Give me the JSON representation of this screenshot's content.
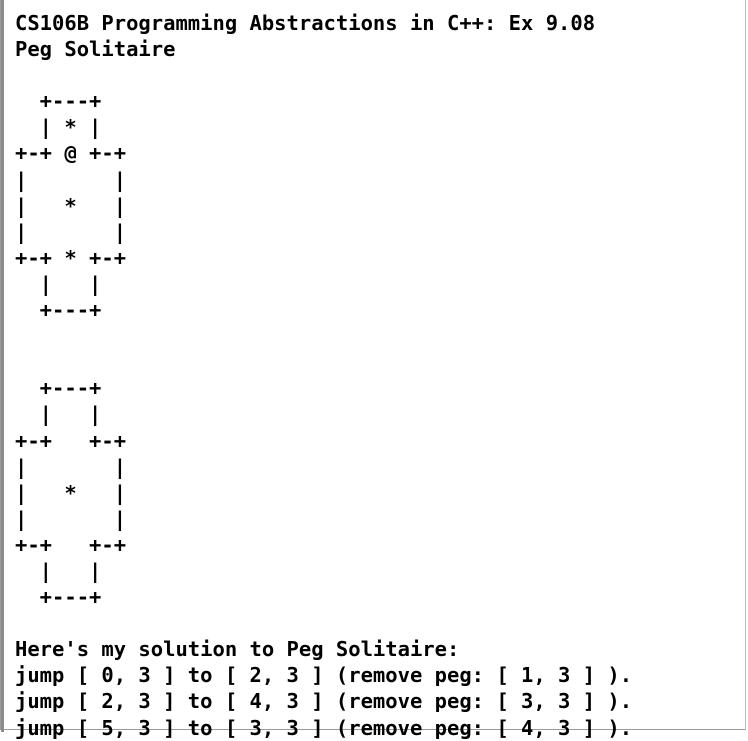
{
  "console": {
    "lines": [
      "CS106B Programming Abstractions in C++: Ex 9.08",
      "Peg Solitaire",
      "",
      "  +---+",
      "  | * |",
      "+-+ @ +-+",
      "|       |",
      "|   *   |",
      "|       |",
      "+-+ * +-+",
      "  |   |",
      "  +---+",
      "",
      "",
      "  +---+",
      "  |   |",
      "+-+   +-+",
      "|       |",
      "|   *   |",
      "|       |",
      "+-+   +-+",
      "  |   |",
      "  +---+",
      "",
      "Here's my solution to Peg Solitaire:",
      "jump [ 0, 3 ] to [ 2, 3 ] (remove peg: [ 1, 3 ] ).",
      "jump [ 2, 3 ] to [ 4, 3 ] (remove peg: [ 3, 3 ] ).",
      "jump [ 5, 3 ] to [ 3, 3 ] (remove peg: [ 4, 3 ] )."
    ]
  }
}
